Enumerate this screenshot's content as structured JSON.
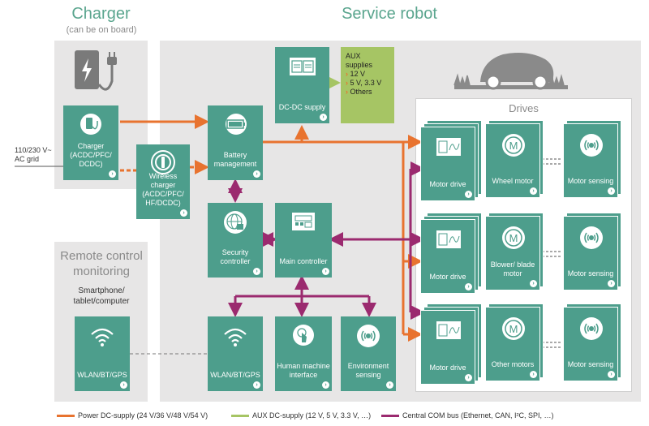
{
  "titles": {
    "charger": "Charger",
    "charger_sub": "(can be on board)",
    "service_robot": "Service robot",
    "remote": "Remote control monitoring",
    "remote_sub": "Smartphone/ tablet/computer",
    "drives": "Drives"
  },
  "grid_label": "110/230 V~ AC grid",
  "blocks": {
    "charger": "Charger (ACDC/PFC/ DCDC)",
    "wireless_charger": "Wireless charger (ACDC/PFC/ HF/DCDC)",
    "battery": "Battery management",
    "dcdc": "DC-DC supply",
    "security": "Security controller",
    "main": "Main controller",
    "wlan_remote": "WLAN/BT/GPS",
    "wlan_robot": "WLAN/BT/GPS",
    "hmi": "Human machine interface",
    "env": "Environment sensing"
  },
  "aux": {
    "title": "AUX supplies",
    "items": [
      "12 V",
      "5 V, 3.3 V",
      "Others"
    ]
  },
  "drive_rows": [
    {
      "drive": "Motor drive",
      "motor": "Wheel motor",
      "sensing": "Motor sensing"
    },
    {
      "drive": "Motor drive",
      "motor": "Blower/ blade motor",
      "sensing": "Motor sensing"
    },
    {
      "drive": "Motor drive",
      "motor": "Other motors",
      "sensing": "Motor sensing"
    }
  ],
  "legend": {
    "power": "Power DC-supply (24 V/36 V/48 V/54 V)",
    "aux": "AUX DC-supply (12 V, 5 V, 3.3 V, …)",
    "com": "Central COM bus (Ethernet, CAN, I²C, SPI, …)"
  },
  "colors": {
    "teal": "#4d9e8c",
    "orange": "#e8732f",
    "green": "#a6c564",
    "purple": "#9b2a6f",
    "panel": "#e7e6e6"
  }
}
